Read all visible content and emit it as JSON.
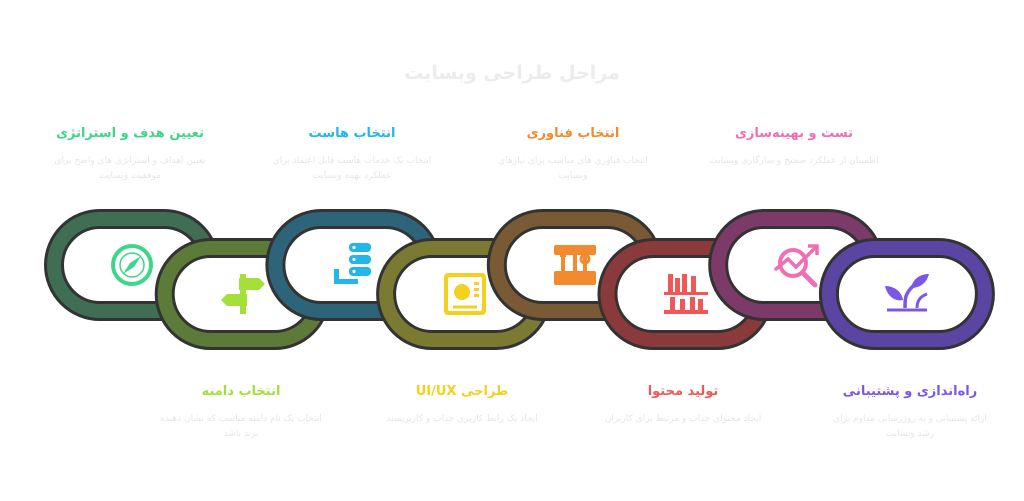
{
  "title": "مراحل طراحی وبسایت",
  "steps": [
    {
      "title": "تعیین هدف و استراتژی",
      "desc": "تعیین اهداف و استراتژی های واضح برای موفقیت وبسایت",
      "color": "#3ed68a",
      "icon": "compass-icon",
      "ring": "#3f6e55"
    },
    {
      "title": "انتخاب دامنه",
      "desc": "انتخاب یک نام دامنه مناسب که نشان دهنده برند باشد",
      "color": "#a4df3a",
      "icon": "signpost-icon",
      "ring": "#5c7a38"
    },
    {
      "title": "انتخاب هاست",
      "desc": "انتخاب یک خدمات هاست قابل اعتماد برای عملکرد بهینه وبسایت",
      "color": "#22b7e8",
      "icon": "server-icon",
      "ring": "#2e6479"
    },
    {
      "title": "طراحی UI/UX",
      "desc": "ایجاد یک رابط کاربری جذاب و کاربرپسند",
      "color": "#f2d21e",
      "icon": "design-tools-icon",
      "ring": "#7b7a33"
    },
    {
      "title": "انتخاب فناوری",
      "desc": "انتخاب فناوری های مناسب برای نیازهای وبسایت",
      "color": "#f28a2e",
      "icon": "toolbox-icon",
      "ring": "#7a5a35"
    },
    {
      "title": "تولید محتوا",
      "desc": "ایجاد محتوای جذاب و مرتبط برای کاربران",
      "color": "#f05757",
      "icon": "bookshelf-icon",
      "ring": "#8a3a3a"
    },
    {
      "title": "تست و بهینه‌سازی",
      "desc": "اطمینان از عملکرد صحیح و سازگاری وبسایت",
      "color": "#ee6fb4",
      "icon": "analytics-icon",
      "ring": "#7b3a68"
    },
    {
      "title": "راه‌اندازی و پشتیبانی",
      "desc": "ارائه پشتیبانی و به روزرسانی مداوم برای رشد وبسایت",
      "color": "#7b57e8",
      "icon": "plant-growth-icon",
      "ring": "#5a45a3"
    }
  ]
}
